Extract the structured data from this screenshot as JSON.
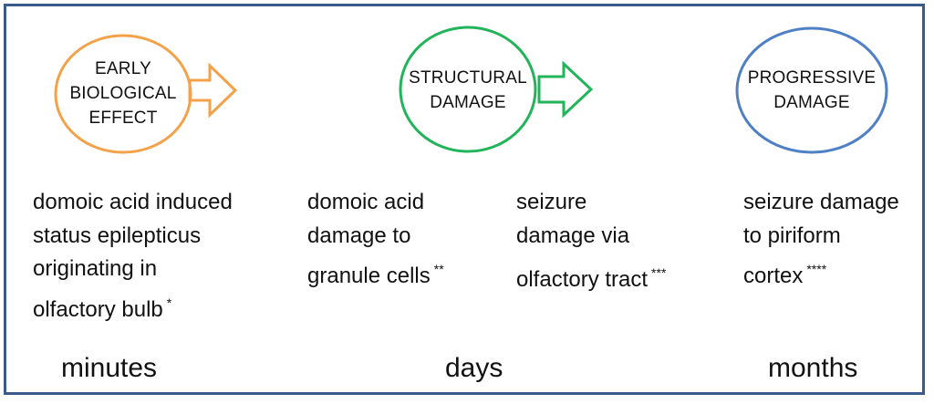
{
  "colors": {
    "frame": "#3a5a8c",
    "early_stage": "#f4a24a",
    "structural_stage": "#22b45a",
    "progressive_stage": "#4f7fc4"
  },
  "stages": [
    {
      "label_lines": [
        "EARLY",
        "BIOLOGICAL",
        "EFFECT"
      ]
    },
    {
      "label_lines": [
        "STRUCTURAL",
        "DAMAGE"
      ]
    },
    {
      "label_lines": [
        "PROGRESSIVE",
        "DAMAGE"
      ]
    }
  ],
  "descriptions": [
    {
      "lines": [
        "domoic acid induced",
        "status epilepticus",
        "originating in",
        "olfactory bulb"
      ],
      "marker": "*"
    },
    {
      "lines": [
        "domoic acid",
        "damage to",
        "granule cells"
      ],
      "marker": "**"
    },
    {
      "lines": [
        "seizure",
        "damage via",
        "olfactory tract"
      ],
      "marker": "***"
    },
    {
      "lines": [
        "seizure damage",
        "to piriform",
        "cortex"
      ],
      "marker": "****"
    }
  ],
  "timescales": [
    "minutes",
    "days",
    "months"
  ]
}
